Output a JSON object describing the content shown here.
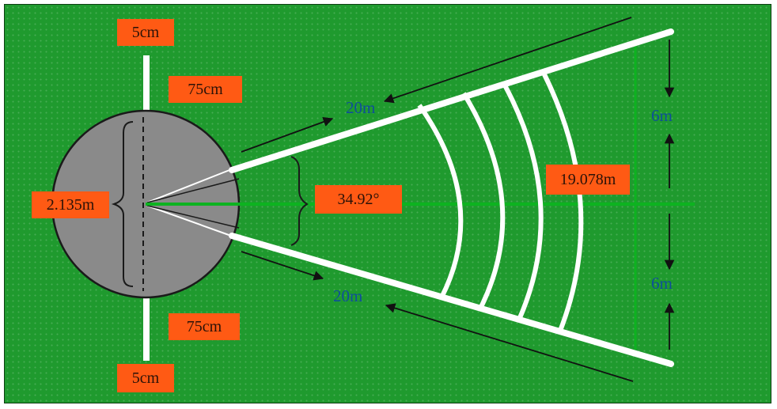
{
  "labels": {
    "top_width": "5cm",
    "top_length": "75cm",
    "circle_diameter": "2.135m",
    "bottom_length": "75cm",
    "bottom_width": "5cm",
    "sector_angle": "34.92°",
    "arc_chord": "19.078m",
    "upper_line": "20m",
    "lower_line": "20m",
    "upper_half_width": "6m",
    "lower_half_width": "6m"
  },
  "colors": {
    "field": "#1f9a2e",
    "circle": "#8a8a8a",
    "tag": "#ff5a14",
    "lines": "#ffffff",
    "dimension_text": "#0e4e9a"
  }
}
